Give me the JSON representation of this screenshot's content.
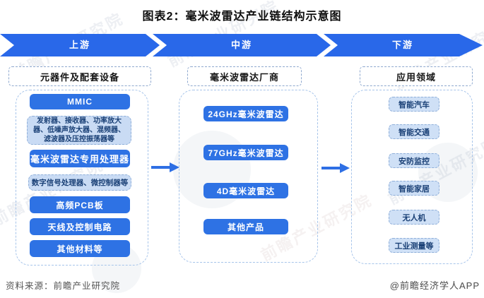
{
  "title": "图表2：毫米波雷达产业链结构示意图",
  "banner": {
    "segments": [
      {
        "label": "上游"
      },
      {
        "label": "中游"
      },
      {
        "label": "下游"
      }
    ]
  },
  "columns": [
    {
      "header": "元器件及配套设备",
      "items": [
        {
          "label": "MMIC",
          "style": "solid"
        },
        {
          "label": "发射器、接收器、功率放大器、低噪声放大器、混频器、滤波器及压控振荡器等",
          "style": "light"
        },
        {
          "label": "毫米波雷达专用处理器",
          "style": "solid"
        },
        {
          "label": "数字信号处理器、微控制器等",
          "style": "light"
        },
        {
          "label": "高频PCB板",
          "style": "solid"
        },
        {
          "label": "天线及控制电路",
          "style": "solid"
        },
        {
          "label": "其他材料等",
          "style": "solid"
        }
      ]
    },
    {
      "header": "毫米波雷达厂商",
      "items": [
        {
          "label": "24GHz毫米波雷达",
          "style": "solid"
        },
        {
          "label": "77GHz毫米波雷达",
          "style": "solid"
        },
        {
          "label": "4D毫米波雷达",
          "style": "solid"
        },
        {
          "label": "其他产品",
          "style": "solid"
        }
      ]
    },
    {
      "header": "应用领域",
      "items": [
        {
          "label": "智能汽车",
          "style": "light"
        },
        {
          "label": "智能交通",
          "style": "light"
        },
        {
          "label": "安防监控",
          "style": "light"
        },
        {
          "label": "智能家居",
          "style": "light"
        },
        {
          "label": "无人机",
          "style": "light"
        },
        {
          "label": "工业测量等",
          "style": "light"
        }
      ]
    }
  ],
  "footer": {
    "source": "资料来源：前瞻产业研究院",
    "brand": "@前瞻经济学人APP"
  },
  "watermark": {
    "text": "前瞻产业研究院"
  },
  "colors": {
    "banner_blue": "#2968e9",
    "item_blue": "#2e72e4",
    "light_fill": "#c9dbf4",
    "light_border": "#8fafd9",
    "dark_blue_text": "#1a4076"
  }
}
